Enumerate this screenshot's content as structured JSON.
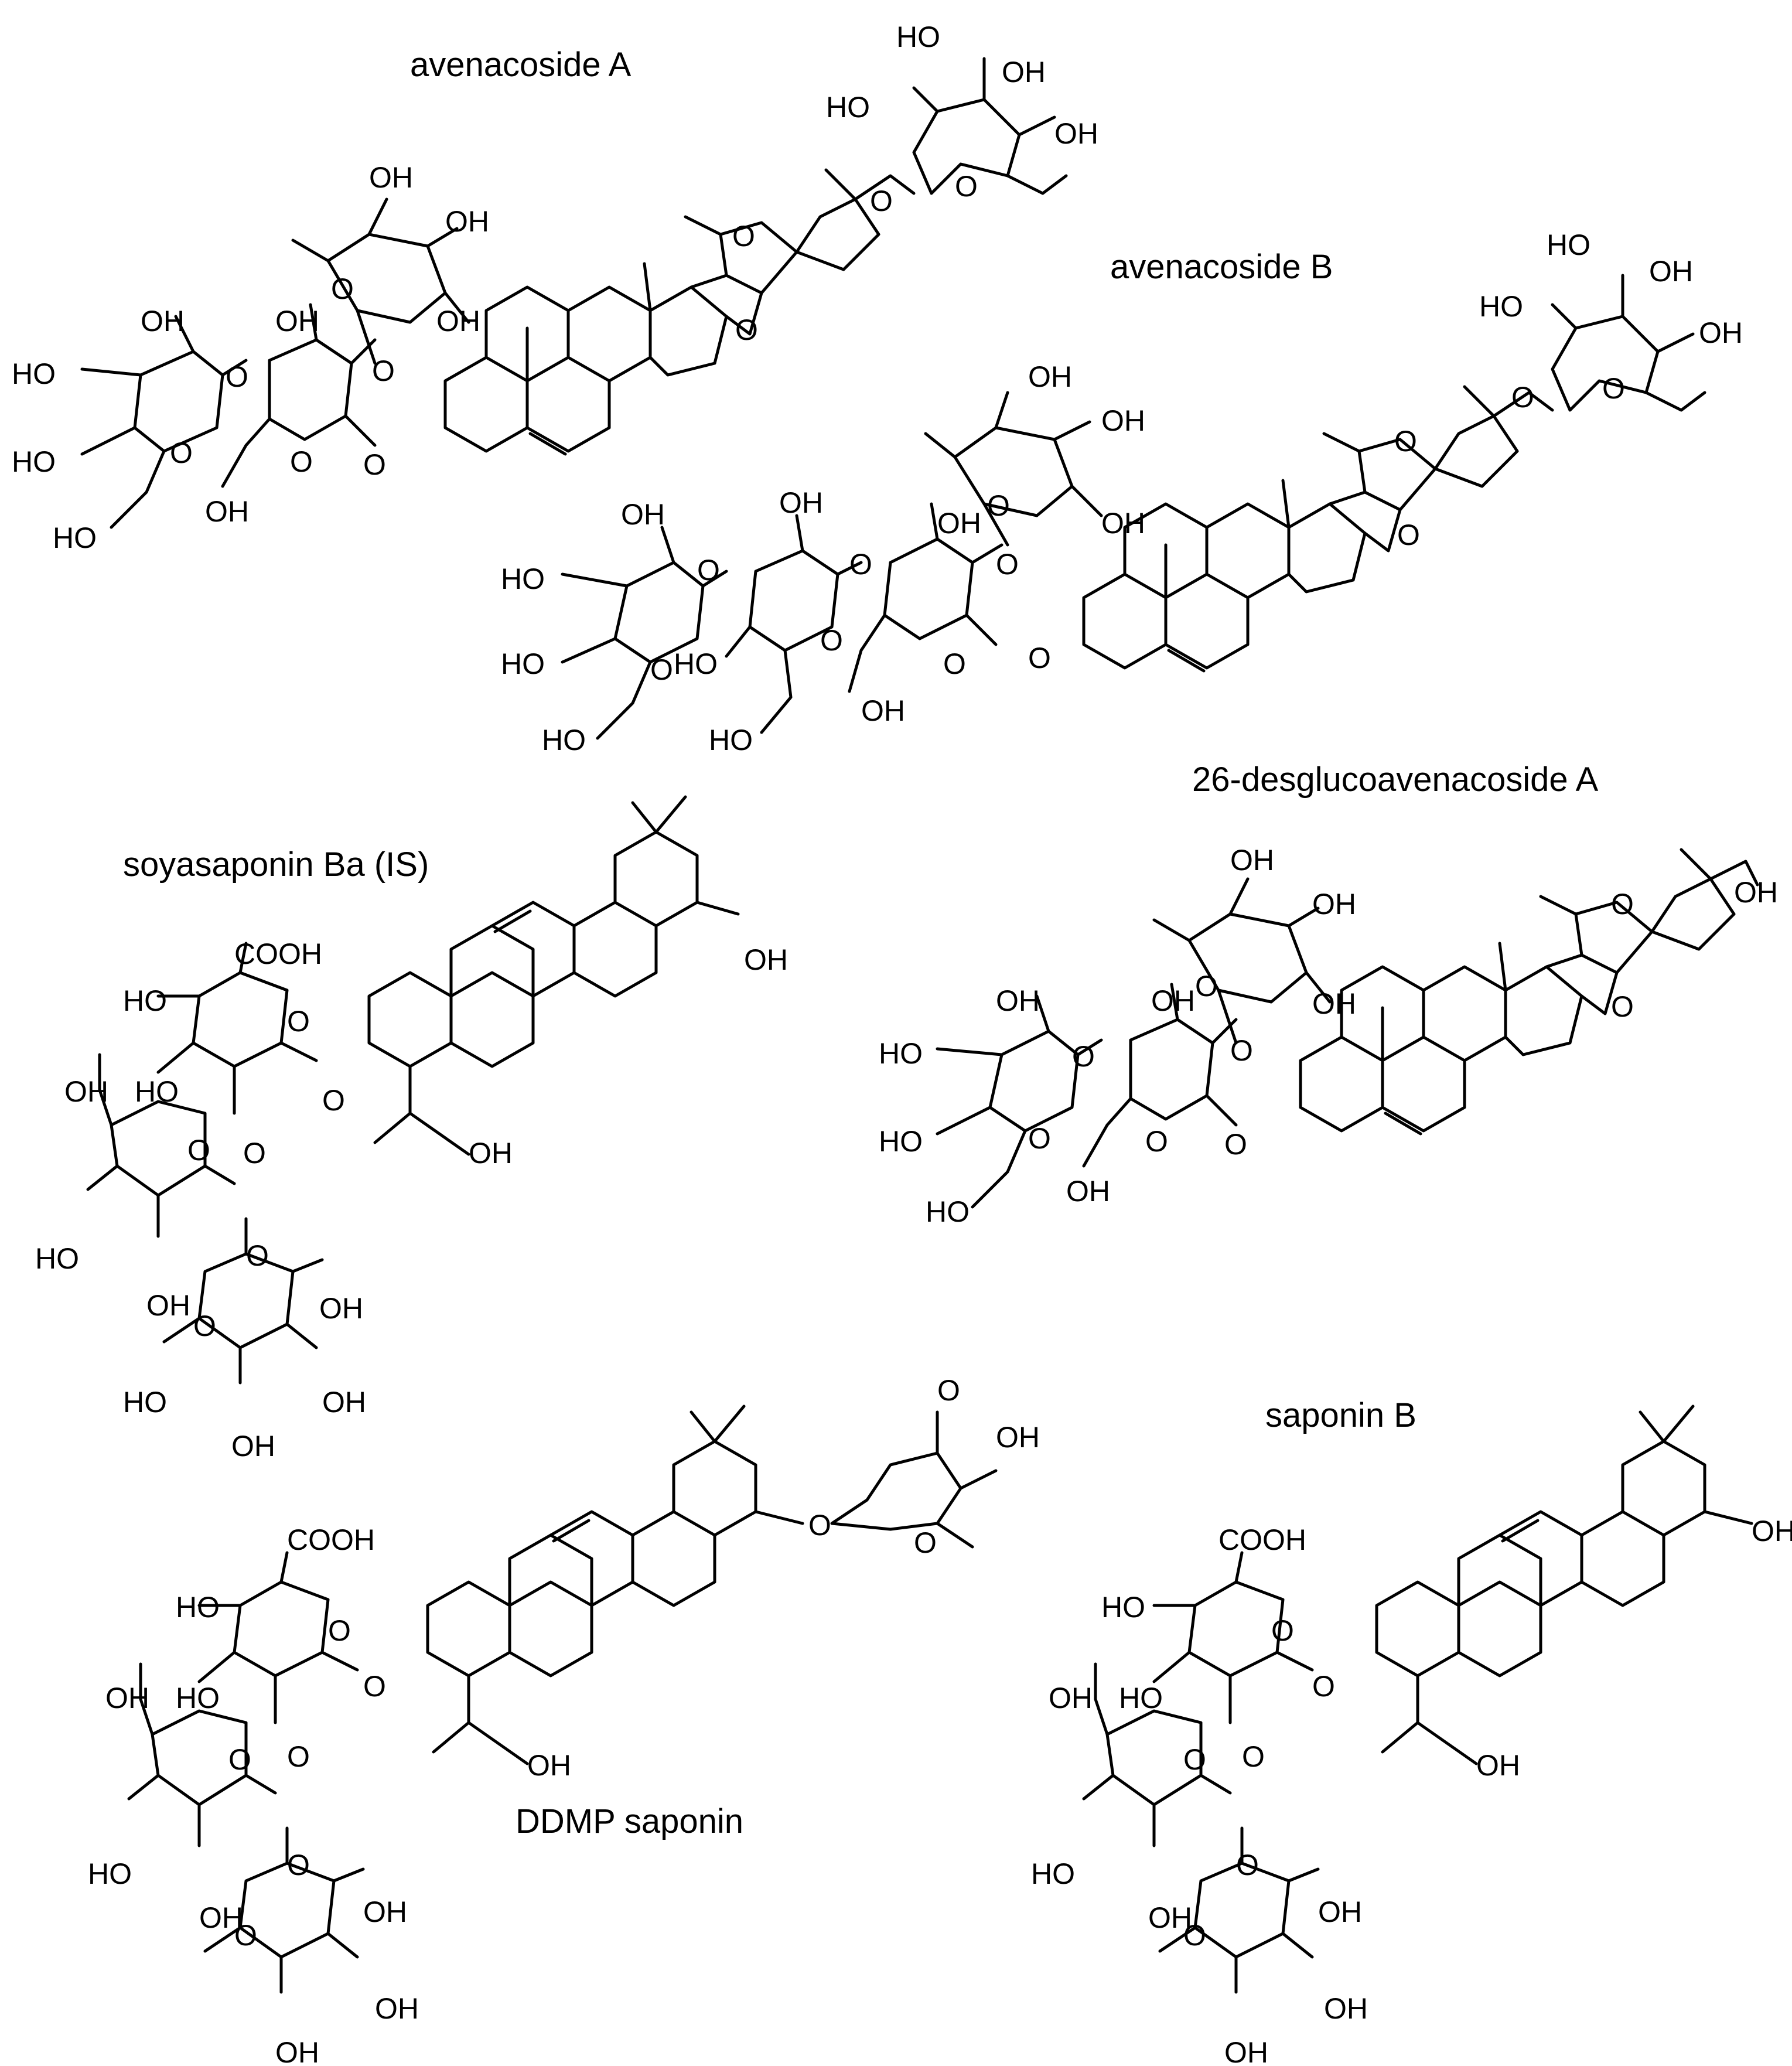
{
  "compounds": [
    {
      "name": "avenacoside A"
    },
    {
      "name": "avenacoside B"
    },
    {
      "name": "26-desglucoavenacoside A"
    },
    {
      "name": "soyasaponin Ba (IS)"
    },
    {
      "name": "saponin B"
    },
    {
      "name": "DDMP saponin"
    }
  ],
  "atoms": {
    "oh": "OH",
    "ho": "HO",
    "o": "O",
    "cooh": "COOH"
  }
}
